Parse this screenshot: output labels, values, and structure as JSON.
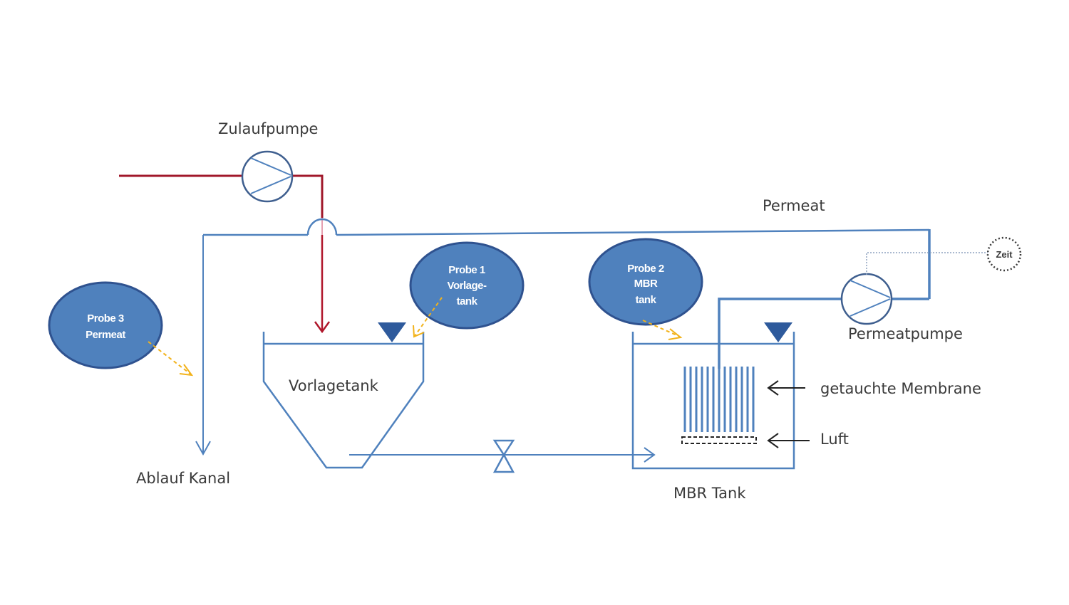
{
  "labels": {
    "zulaufpumpe": "Zulaufpumpe",
    "permeat": "Permeat",
    "permeatpumpe": "Permeatpumpe",
    "vorlagetank": "Vorlagetank",
    "mbr_tank": "MBR Tank",
    "ablauf_kanal": "Ablauf Kanal",
    "getauchte_membrane": "getauchte Membrane",
    "luft": "Luft",
    "zeit": "Zeit"
  },
  "probes": {
    "probe1": [
      "Probe 1",
      "Vorlage-",
      "tank"
    ],
    "probe2": [
      "Probe 2",
      "MBR",
      "tank"
    ],
    "probe3": [
      "Probe 3",
      "Permeat"
    ]
  },
  "colors": {
    "pipe_blue": "#4f81bd",
    "feed_red": "#b0172b",
    "probe_fill": "#4f81bd",
    "probe_stroke": "#2f528f",
    "sample_arrow": "#f2b21a",
    "text": "#3a3a3a"
  },
  "icons": [
    "pump-icon",
    "valve-icon",
    "water-level-icon",
    "membrane-icon",
    "aerator-icon",
    "timer-icon"
  ]
}
